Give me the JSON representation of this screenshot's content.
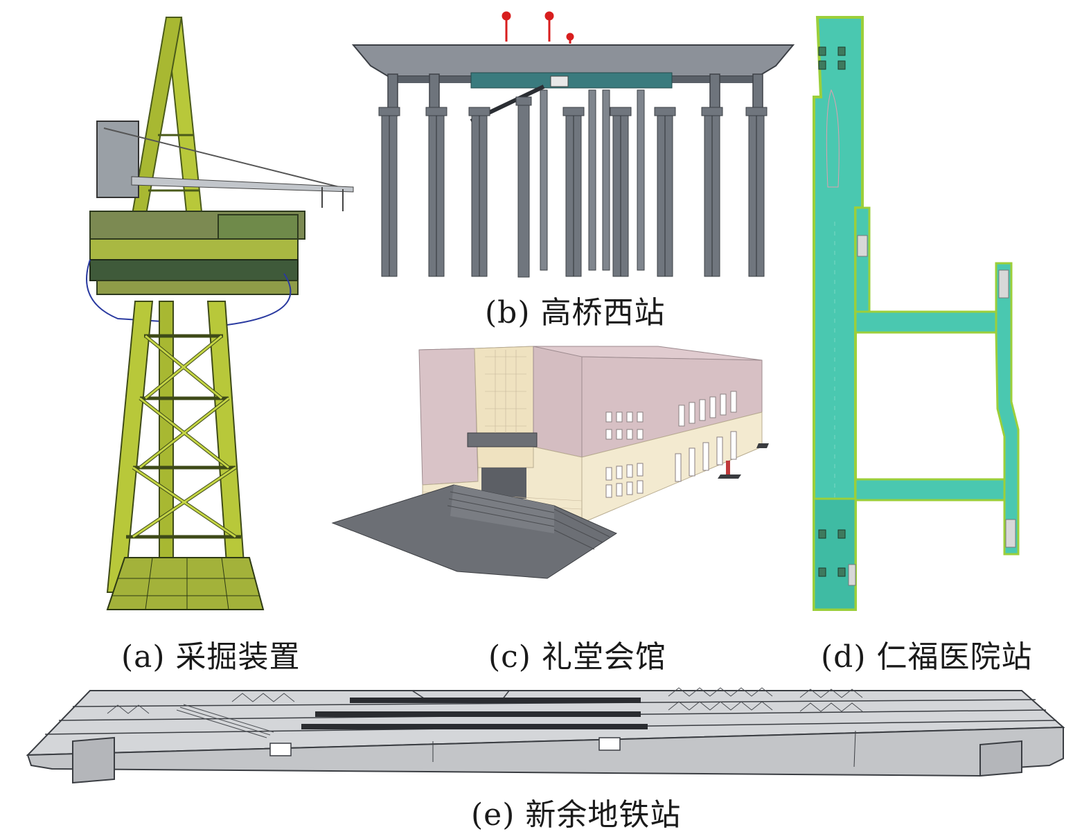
{
  "captions": {
    "a": "(a) 采掘装置",
    "b": "(b) 高桥西站",
    "c": "(c) 礼堂会馆",
    "d": "(d)  仁福医院站",
    "e": "(e) 新余地铁站"
  },
  "colors": {
    "platform_green": "#b8c83a",
    "platform_dark": "#3f5a3a",
    "station_gray": "#6e747c",
    "station_dark": "#4d535a",
    "marker_red": "#d81e1e",
    "wall_pink": "#dcc6ca",
    "wall_cream": "#f2e8cc",
    "stair_gray": "#6c6f75",
    "plan_teal": "#4ac8b0",
    "plan_edge": "#9ccf3a",
    "metro_gray": "#c9cbce",
    "metro_line": "#3a3d42"
  }
}
